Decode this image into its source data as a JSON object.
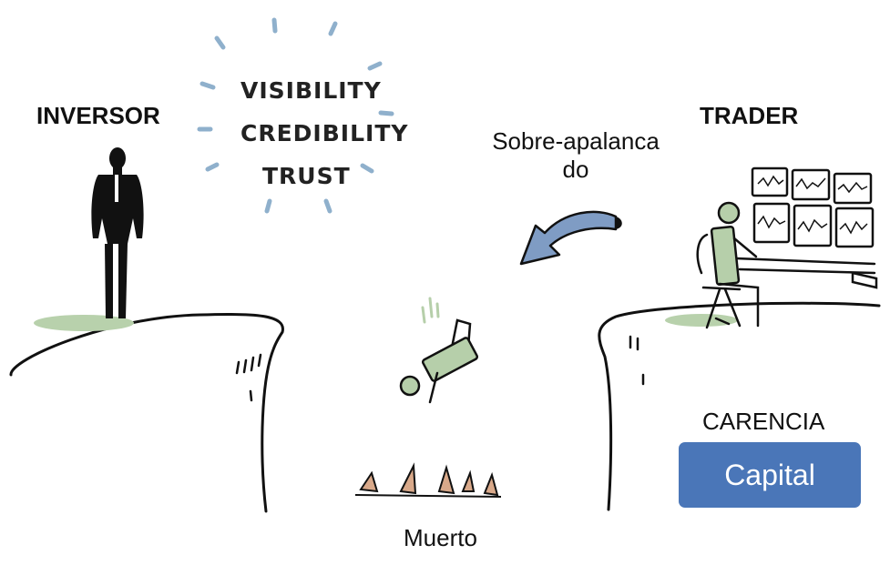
{
  "roles": {
    "investor": "INVERSOR",
    "trader": "TRADER"
  },
  "values_burst": {
    "lines": [
      "VISIBILITY",
      "CREDIBILITY",
      "TRUST"
    ]
  },
  "over_leveraged": {
    "line1": "Sobre-apalanca",
    "line2": "do"
  },
  "lack": {
    "label": "CARENCIA",
    "badge": "Capital"
  },
  "dead_label": "Muerto",
  "colors": {
    "badge_blue": "#4a76b8",
    "ray_blue": "#8fb0cc",
    "grass_green": "#b8d1ac",
    "figure_green": "#b6cfaa",
    "arrow_blue": "#7f9cc4"
  },
  "icons": [
    "investor-figure",
    "trader-figure",
    "monitor-wall",
    "falling-figure",
    "curved-arrow-icon",
    "left-cliff",
    "right-cliff",
    "spikes"
  ]
}
